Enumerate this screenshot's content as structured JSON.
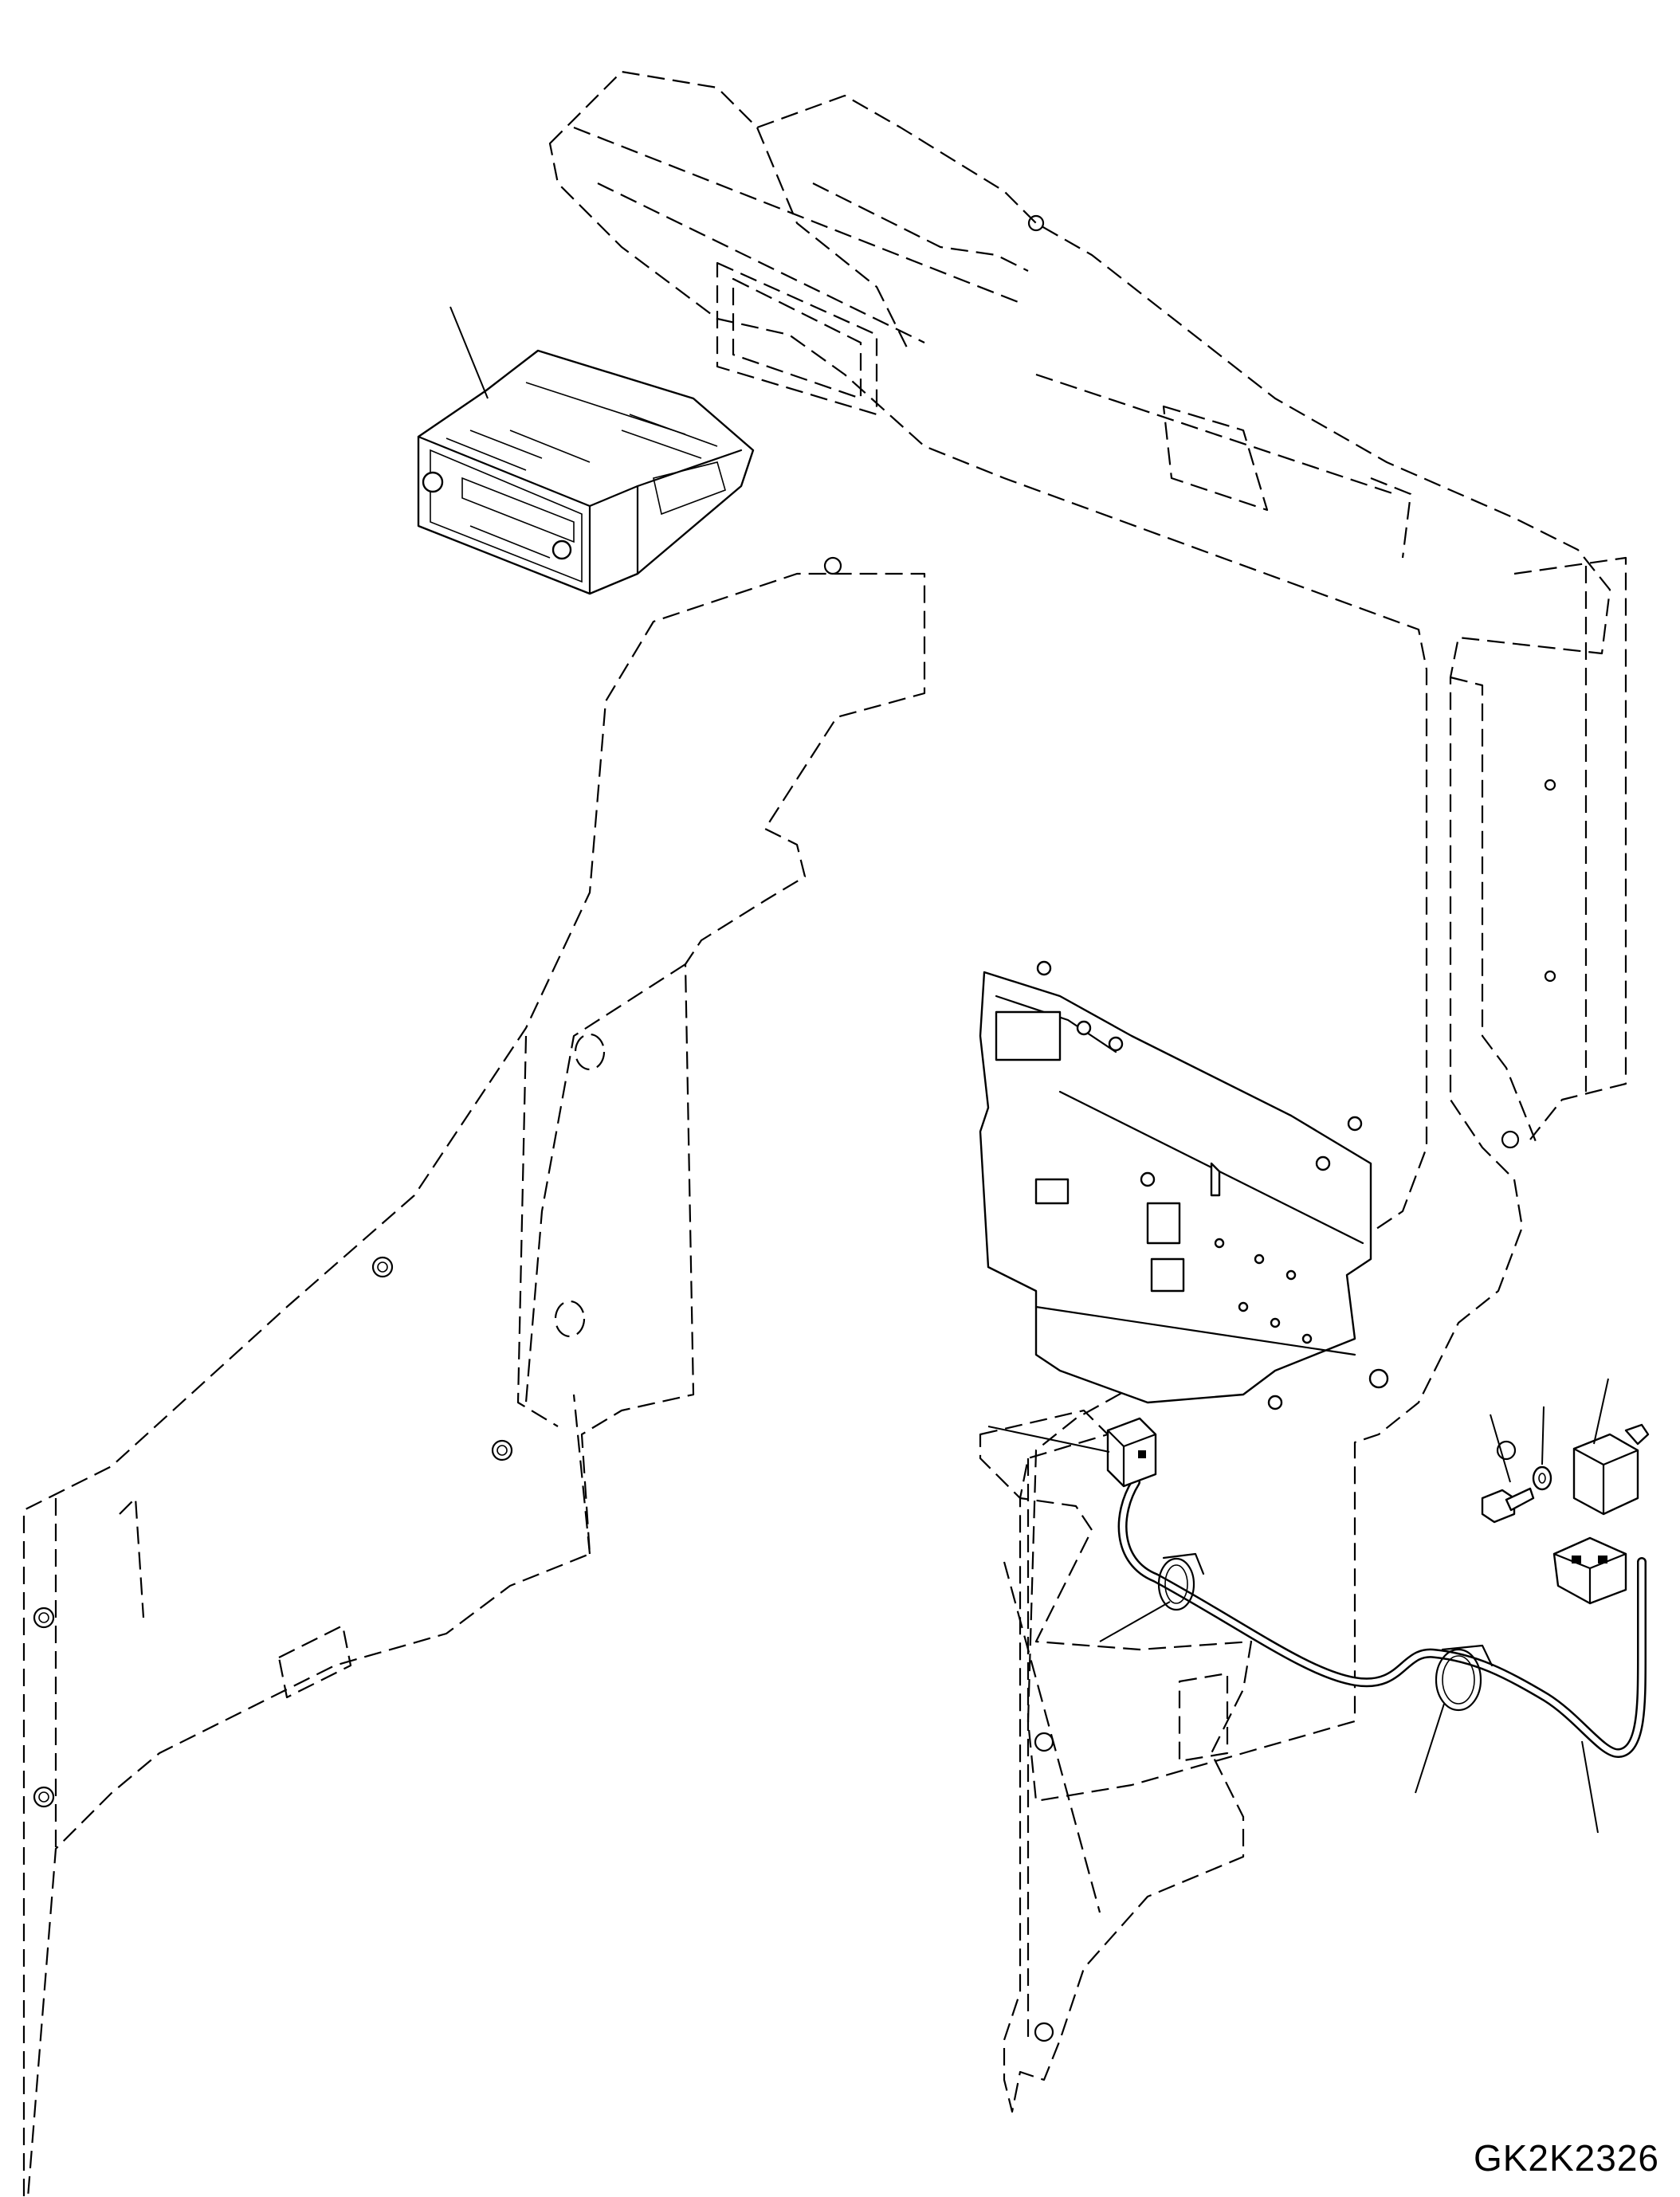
{
  "drawing": {
    "code": "GK2K2326",
    "parts": [
      {
        "name": "radio-unit"
      },
      {
        "name": "connector"
      },
      {
        "name": "wire-clamp-upper"
      },
      {
        "name": "wire-clamp-lower"
      },
      {
        "name": "wiring-harness"
      },
      {
        "name": "bolt"
      },
      {
        "name": "washer"
      },
      {
        "name": "relay"
      },
      {
        "name": "relay-socket"
      }
    ]
  }
}
